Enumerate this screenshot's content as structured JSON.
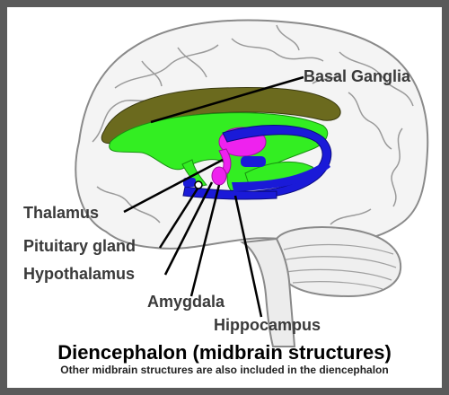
{
  "labels": {
    "basal_ganglia": "Basal Ganglia",
    "thalamus": "Thalamus",
    "pituitary_gland": "Pituitary gland",
    "hypothalamus": "Hypothalamus",
    "amygdala": "Amygdala",
    "hippocampus": "Hippocampus"
  },
  "caption": {
    "title": "Diencephalon (midbrain structures)",
    "subtitle": "Other midbrain structures are also included in the diencephalon"
  },
  "colors": {
    "frame_border": "#5a5a5a",
    "basal_ganglia": "#6b6a1e",
    "thalamus_green": "#33ee22",
    "hippocampus_blue": "#1a1ad8",
    "amygdala_magenta": "#ee22ee",
    "brain_outline": "#8a8a8a"
  }
}
